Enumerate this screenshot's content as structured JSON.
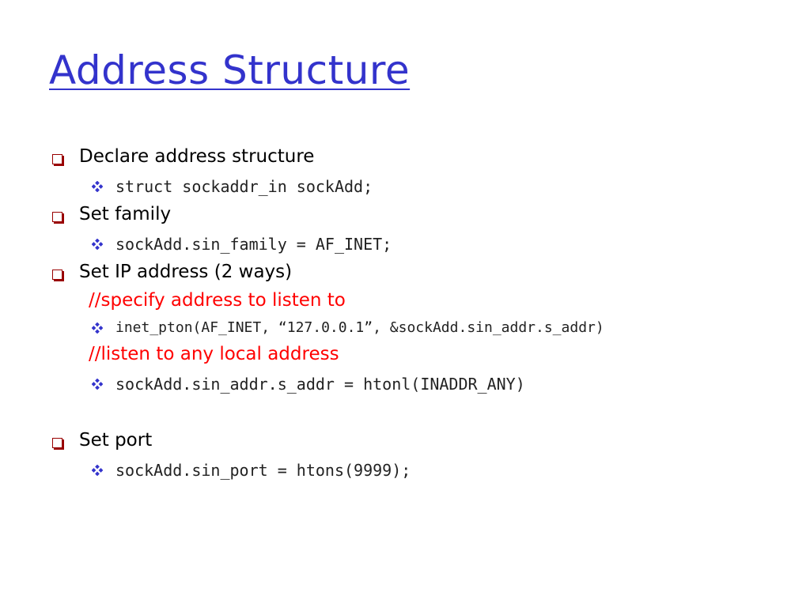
{
  "slide": {
    "title": "Address Structure",
    "items": [
      {
        "text": "Declare address structure",
        "sub": "struct sockaddr_in sockAdd;"
      },
      {
        "text": "Set family",
        "sub": "sockAdd.sin_family = AF_INET;"
      },
      {
        "text": "Set IP address (2 ways)",
        "comment1": "//specify address to listen to",
        "sub1": "inet_pton(AF_INET, “127.0.0.1”, &sockAdd.sin_addr.s_addr)",
        "comment2": "//listen to any local address",
        "sub2": "sockAdd.sin_addr.s_addr = htonl(INADDR_ANY)"
      },
      {
        "text": "Set port",
        "sub": "sockAdd.sin_port = htons(9999);"
      }
    ]
  },
  "colors": {
    "title": "#3333cc",
    "bullet": "#990000",
    "sub_bullet": "#3333cc",
    "comment": "#ff0000",
    "text": "#000000"
  },
  "icons": {
    "level1_bullet": "hollow-square-bullet",
    "level2_bullet": "four-diamond-bullet"
  }
}
